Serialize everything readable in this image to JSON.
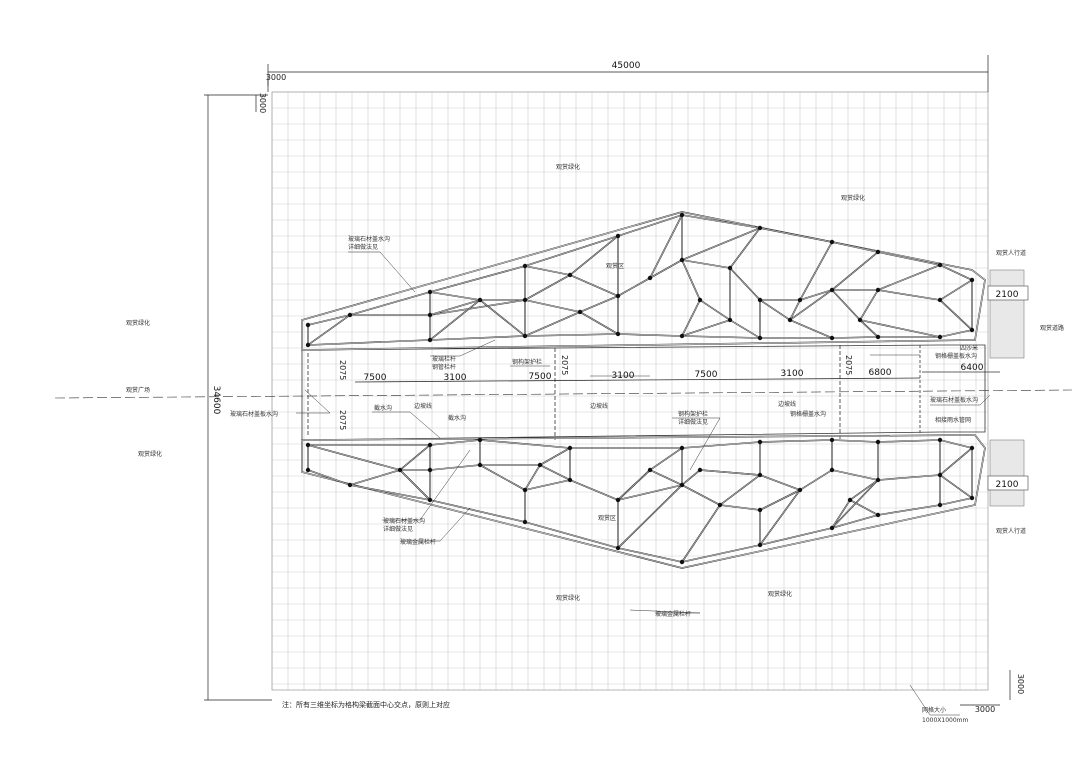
{
  "dimensions": {
    "total_width": "45000",
    "total_height": "34600",
    "left_margin": "3000",
    "top_margin": "3000",
    "bottom_right_a": "3000",
    "bottom_right_b": "3000",
    "walk_top": "2100",
    "walk_bottom": "2100",
    "seg_7500_a": "7500",
    "seg_3100_a": "3100",
    "seg_7500_b": "7500",
    "seg_3100_b": "3100",
    "seg_7500_c": "7500",
    "seg_3100_c": "3100",
    "seg_6800": "6800",
    "seg_6400": "6400",
    "col_dims": [
      "2075",
      "2075",
      "2075",
      "2075"
    ]
  },
  "labels": {
    "upper_green_1": "观赏绿化",
    "upper_green_2": "观赏绿化",
    "left_green_1": "观赏绿化",
    "left_green_2": "观赏绿化",
    "left_plaza": "观赏广场",
    "lower_green_1": "观赏绿化",
    "lower_green_2": "观赏绿化",
    "right_walk_top": "观赏人行道",
    "right_walk_mid": "观赏道路",
    "right_walk_bottom": "观赏人行道",
    "upper_gutter": "玻璃石材盖水沟",
    "upper_gutter_detail": "详细做法见",
    "upper_rail": "玻璃栏杆",
    "upper_rail_2": "钢管栏杆",
    "upper_edge": "钢构架护栏",
    "mid_drain_left": "玻璃石材盖板水沟",
    "mid_drain_2": "截水沟",
    "mid_edge_a": "边坡线",
    "mid_edge_b": "边坡线",
    "mid_edge_c": "边坡线",
    "mid_drain_3": "截水沟",
    "mid_center": "钢构架护栏",
    "mid_center_detail": "详细做法见",
    "right_drain": "玻璃石材盖板水沟",
    "right_drain_2": "钢格栅盖水沟",
    "right_note": "钢格栅盖板水沟",
    "right_note_2": "四沙米",
    "right_pipe": "相接雨水管网",
    "lower_gutter": "玻璃石材盖水沟",
    "lower_gutter_detail": "详细做法见",
    "lower_rail": "玻璃金属栏杆",
    "lower_rail_center": "玻璃金属栏杆",
    "lower_label_mid": "观赏区",
    "upper_label_mid": "观赏区",
    "grid_note_a": "网格大小",
    "grid_note_b": "1000X1000mm"
  },
  "note": "注：所有三维坐标为格构梁截面中心交点，原则上对应"
}
